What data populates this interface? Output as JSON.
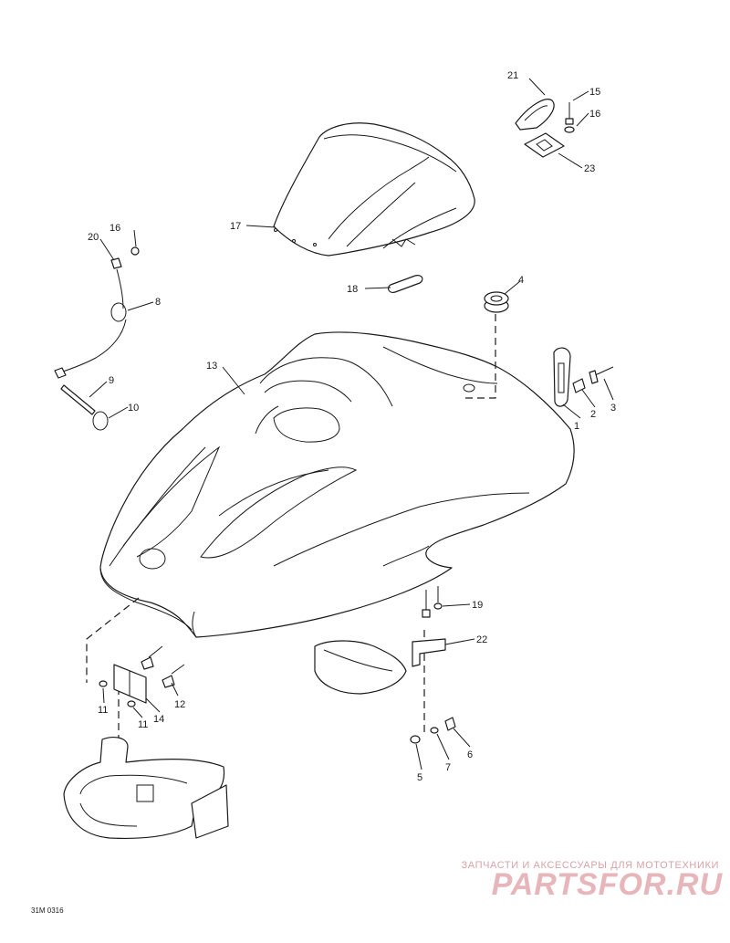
{
  "diagram": {
    "reference_code": "31M 0316",
    "callouts": {
      "c1": "1",
      "c2": "2",
      "c3": "3",
      "c4": "4",
      "c5": "5",
      "c6": "6",
      "c7": "7",
      "c8": "8",
      "c9": "9",
      "c10": "10",
      "c11a": "11",
      "c11b": "11",
      "c12": "12",
      "c13": "13",
      "c14": "14",
      "c15": "15",
      "c16a": "16",
      "c16b": "16",
      "c17": "17",
      "c18": "18",
      "c19": "19",
      "c20": "20",
      "c21": "21",
      "c22": "22",
      "c23": "23"
    }
  },
  "watermark": {
    "tagline": "ЗАПЧАСТИ И АКСЕССУАРЫ ДЛЯ МОТОТЕХНИКИ",
    "logo": "PARTSFOR.RU",
    "color": "#e7b6ba"
  }
}
